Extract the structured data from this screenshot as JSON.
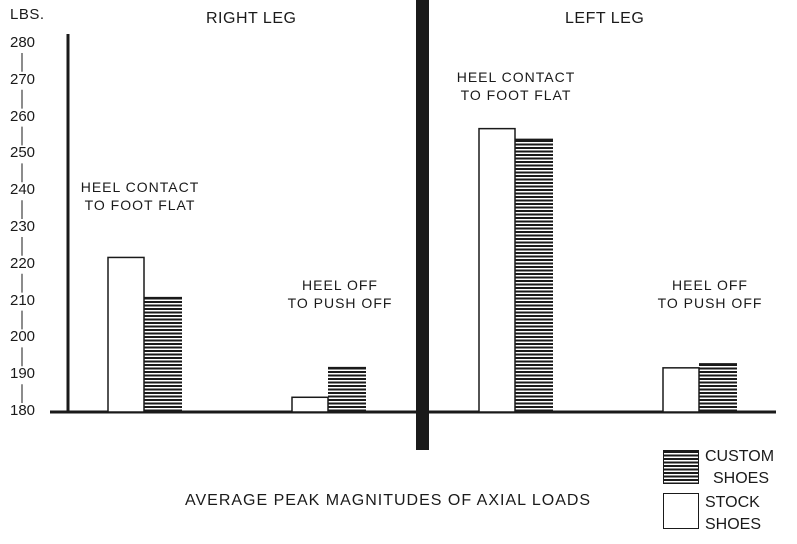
{
  "chart_data": {
    "type": "bar",
    "ylabel": "LBS.",
    "ylim": [
      180,
      280
    ],
    "yticks": [
      180,
      190,
      200,
      210,
      220,
      230,
      240,
      250,
      260,
      270,
      280
    ],
    "caption": "AVERAGE PEAK MAGNITUDES OF AXIAL LOADS",
    "legend_position": "bottom-right",
    "series": [
      {
        "name": "CUSTOM SHOES",
        "name_lines": [
          "CUSTOM",
          "SHOES"
        ],
        "fill": "horizontal-stripes"
      },
      {
        "name": "STOCK SHOES",
        "name_lines": [
          "STOCK",
          "SHOES"
        ],
        "fill": "white"
      }
    ],
    "panels": [
      {
        "title": "RIGHT LEG",
        "groups": [
          {
            "label": "HEEL CONTACT TO FOOT FLAT",
            "label_lines": [
              "HEEL CONTACT",
              "TO FOOT FLAT"
            ],
            "stock": 222,
            "custom": 211
          },
          {
            "label": "HEEL OFF TO PUSH OFF",
            "label_lines": [
              "HEEL OFF",
              "TO PUSH OFF"
            ],
            "stock": 184,
            "custom": 192
          }
        ]
      },
      {
        "title": "LEFT LEG",
        "groups": [
          {
            "label": "HEEL CONTACT TO FOOT FLAT",
            "label_lines": [
              "HEEL CONTACT",
              "TO FOOT FLAT"
            ],
            "stock": 257,
            "custom": 254
          },
          {
            "label": "HEEL OFF TO PUSH OFF",
            "label_lines": [
              "HEEL OFF",
              "TO PUSH OFF"
            ],
            "stock": 192,
            "custom": 193
          }
        ]
      }
    ],
    "colors": {
      "ink": "#1a1a1a",
      "background": "#ffffff"
    }
  }
}
